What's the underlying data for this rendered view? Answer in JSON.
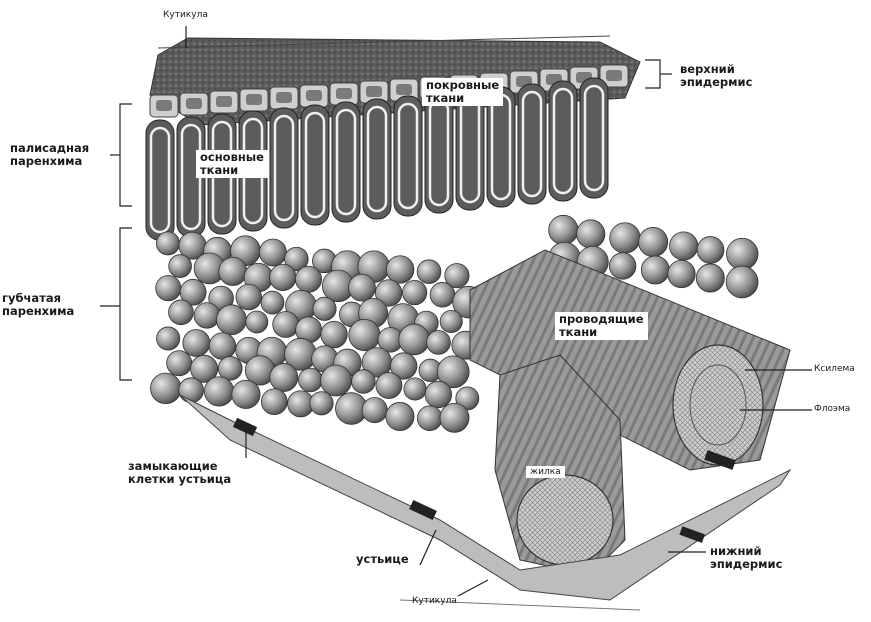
{
  "labels": {
    "cuticle_top": "Кутикула",
    "upper_epidermis": "верхний\nэпидермис",
    "covering_tissue": "покровные\nткани",
    "palisade": "палисадная\nпаренхима",
    "ground_tissue": "основные\nткани",
    "spongy": "губчатая\nпаренхима",
    "conducting_tissue": "проводящие\nткани",
    "xylem": "Ксилема",
    "phloem": "Флоэма",
    "guard_cells": "замыкающие\nклетки устьица",
    "vein": "жилка",
    "stoma": "устьице",
    "lower_epidermis": "нижний\nэпидермис",
    "cuticle_bottom": "Кутикула"
  },
  "colors": {
    "ink": "#1a1a1a",
    "cell_light": "#d9d9d9",
    "cell_mid": "#a8a8a8",
    "cell_dark": "#6e6e6e",
    "top_surface": "#5e5e5e"
  }
}
